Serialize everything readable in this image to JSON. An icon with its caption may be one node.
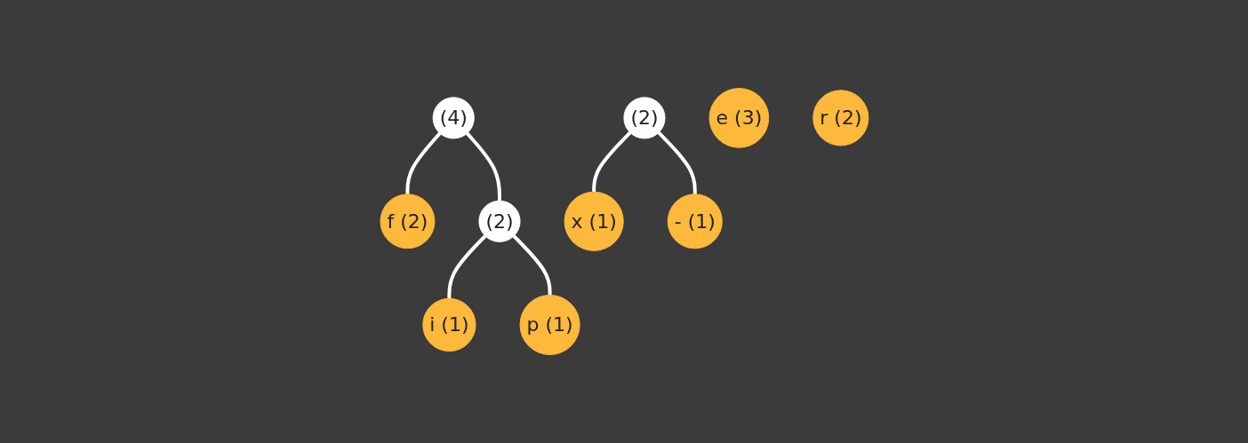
{
  "diagram": {
    "nodes": [
      {
        "text": [
          "(4)"
        ]
      },
      {
        "text": [
          "f (2)"
        ]
      },
      {
        "text": [
          "(2)"
        ]
      },
      {
        "text": [
          "(2)"
        ]
      },
      {
        "text": [
          "e (3)"
        ]
      },
      {
        "text": [
          "i (1)"
        ]
      },
      {
        "text": [
          "p (1)"
        ]
      },
      {
        "text": [
          "r (2)"
        ]
      },
      {
        "text": [
          "x (1)"
        ]
      },
      {
        "text": [
          "- (1)"
        ]
      }
    ],
    "edges": [
      {
        "from": 0,
        "to": 1,
        "arrow": "none"
      },
      {
        "from": 0,
        "to": 2,
        "arrow": "none"
      },
      {
        "from": 2,
        "to": 5,
        "arrow": "none"
      },
      {
        "from": 2,
        "to": 6,
        "arrow": "none"
      },
      {
        "from": 3,
        "to": 8,
        "arrow": "none"
      },
      {
        "from": 3,
        "to": 9,
        "arrow": "none"
      }
    ]
  }
}
